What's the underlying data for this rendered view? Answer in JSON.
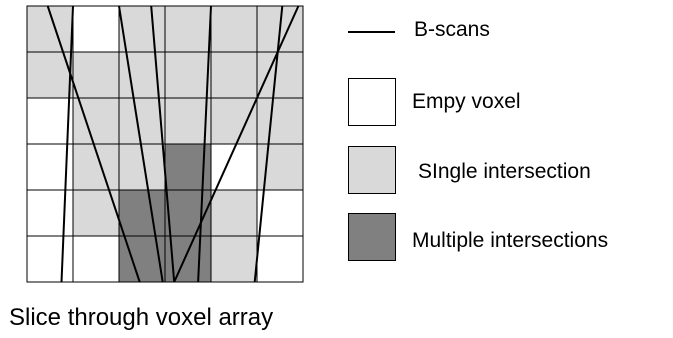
{
  "grid": {
    "rows": 6,
    "cols": 6,
    "cells": [
      [
        "single",
        "empty",
        "single",
        "single",
        "single",
        "single"
      ],
      [
        "single",
        "single",
        "single",
        "single",
        "single",
        "single"
      ],
      [
        "empty",
        "single",
        "single",
        "single",
        "single",
        "single"
      ],
      [
        "empty",
        "single",
        "single",
        "multiple",
        "empty",
        "single"
      ],
      [
        "empty",
        "single",
        "multiple",
        "multiple",
        "single",
        "empty"
      ],
      [
        "empty",
        "empty",
        "multiple",
        "multiple",
        "single",
        "empty"
      ]
    ]
  },
  "bscans": [
    {
      "top": 0.45,
      "bottom": 2.45
    },
    {
      "top": 1.0,
      "bottom": 0.75
    },
    {
      "top": 2.0,
      "bottom": 2.95
    },
    {
      "top": 2.7,
      "bottom": 3.2
    },
    {
      "top": 4.0,
      "bottom": 3.72
    },
    {
      "top": 5.55,
      "bottom": 4.95
    },
    {
      "top": 5.9,
      "bottom": 3.2
    }
  ],
  "colors": {
    "empty": "#ffffff",
    "single": "#d9d9d9",
    "multiple": "#808080",
    "grid_line": "#000000"
  },
  "legend": {
    "bscans": "B-scans",
    "empty": "Empy voxel",
    "single": "SIngle intersection",
    "multiple": "Multiple intersections"
  },
  "caption": "Slice through voxel array"
}
